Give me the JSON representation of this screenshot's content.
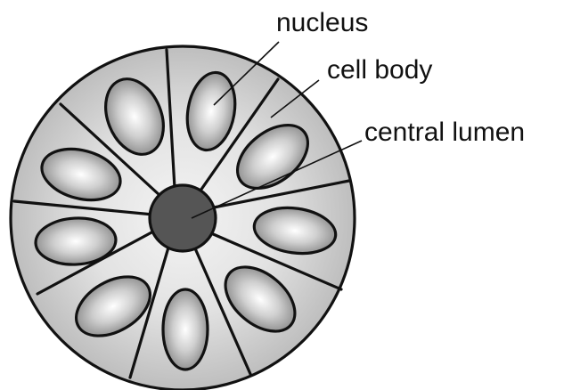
{
  "diagram": {
    "labels": {
      "nucleus": "nucleus",
      "cell_body": "cell body",
      "central_lumen": "central lumen"
    },
    "cell_count": 9,
    "colors": {
      "outline": "#111111",
      "cell_fill_center": "#f4f4f4",
      "cell_fill_edge": "#bdbdbd",
      "nucleus_highlight": "#ffffff",
      "nucleus_shade": "#7a7a7a",
      "lumen": "#555555"
    }
  }
}
